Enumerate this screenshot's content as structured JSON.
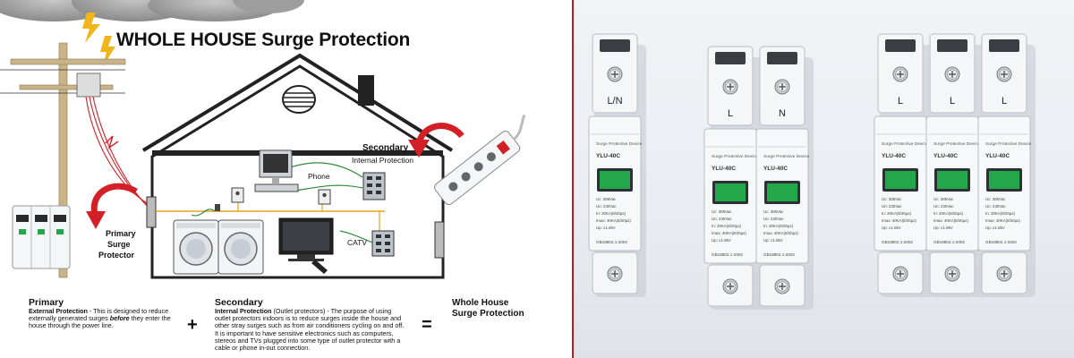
{
  "diagram": {
    "title": "WHOLE HOUSE Surge Protection",
    "labels": {
      "secondary": "Secondary",
      "internal_protection": "Internal Protection",
      "phone": "Phone",
      "catv": "CATV",
      "primary_line1": "Primary",
      "primary_line2": "Surge",
      "primary_line3": "Protector"
    },
    "bottom": {
      "primary_head": "Primary",
      "primary_lead": "External Protection",
      "primary_text_1": " - This is designed to reduce externally generated surges ",
      "primary_emph": "before",
      "primary_text_2": " they enter the house through the power line.",
      "plus": "+",
      "secondary_head": "Secondary",
      "secondary_lead": "Internal Protection",
      "secondary_text": " (Outlet protectors) - The purpose of using outlet protectors indoors is to reduce surges inside the house and other stray surges such as from air conditioners cycling on and off. It is important to have sensitive electronics such as computers, stereos and TVs plugged into some type of outlet protector with a cable or phone in-out connection.",
      "equals": "=",
      "whole_line1": "Whole House",
      "whole_line2": "Surge Protection"
    }
  },
  "devices": [
    {
      "terminals": [
        "L/N"
      ],
      "modules": [
        {
          "type": "Surge Protective Device",
          "model": "YLU-40C",
          "specs": [
            "Uc: 385Vac",
            "Un: 230Vac",
            "In: 20KA(8/20µs)",
            "Imax: 40KA(8/20µs)",
            "Up: ≤1.8kV"
          ],
          "standard": "GB18802.1-2002"
        }
      ]
    },
    {
      "terminals": [
        "L",
        "N"
      ],
      "modules": [
        {
          "type": "Surge Protective Device",
          "model": "YLU-40C",
          "specs": [
            "Uc: 385Vac",
            "Un: 230Vac",
            "In: 20KA(8/20µs)",
            "Imax: 40KA(8/20µs)",
            "Up: ≤1.8kV"
          ],
          "standard": "GB18802.1-2002"
        },
        {
          "type": "Surge Protective Device",
          "model": "YLU-40C",
          "specs": [
            "Uc: 385Vac",
            "Un: 230Vac",
            "In: 20KA(8/20µs)",
            "Imax: 40KA(8/20µs)",
            "Up: ≤1.8kV"
          ],
          "standard": "GB18802.1-2002"
        }
      ]
    },
    {
      "terminals": [
        "L",
        "L",
        "L"
      ],
      "modules": [
        {
          "type": "Surge Protective Device",
          "model": "YLU-40C",
          "specs": [
            "Uc: 385Vac",
            "Un: 230Vac",
            "In: 20KA(8/20µs)",
            "Imax: 40KA(8/20µs)",
            "Up: ≤1.8kV"
          ],
          "standard": "GB18802.1-2002"
        },
        {
          "type": "Surge Protective Device",
          "model": "YLU-40C",
          "specs": [
            "Uc: 385Vac",
            "Un: 230Vac",
            "In: 20KA(8/20µs)",
            "Imax: 40KA(8/20µs)",
            "Up: ≤1.8kV"
          ],
          "standard": "GB18802.1-2002"
        },
        {
          "type": "Surge Protective Device",
          "model": "YLU-40C",
          "specs": [
            "Uc: 385Vac",
            "Un: 230Vac",
            "In: 20KA(8/20µs)",
            "Imax: 40KA(8/20µs)",
            "Up: ≤1.8kV"
          ],
          "standard": "GB18802.1-2002"
        }
      ]
    }
  ],
  "colors": {
    "accent_red": "#d32027",
    "wire_green": "#2e8b3a",
    "wire_orange": "#e8a21a",
    "device_white": "#f4f6f8",
    "window_green": "#22a84a",
    "divider": "#b21f24"
  }
}
